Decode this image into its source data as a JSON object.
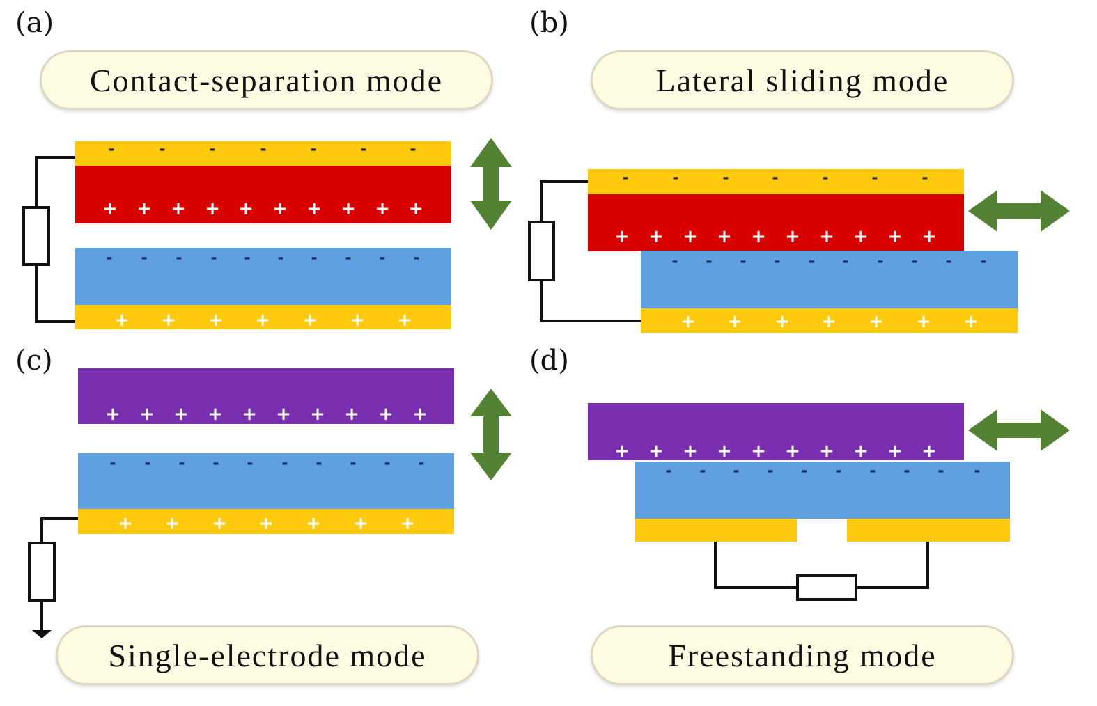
{
  "panels": [
    {
      "id": "a",
      "label": "(a)",
      "title": "Contact-separation mode"
    },
    {
      "id": "b",
      "label": "(b)",
      "title": "Lateral sliding mode"
    },
    {
      "id": "c",
      "label": "(c)",
      "title": "Single-electrode mode"
    },
    {
      "id": "d",
      "label": "(d)",
      "title": "Freestanding mode"
    }
  ],
  "colors": {
    "electrode": "#ffc90e",
    "positive_dielectric": "#d90000",
    "negative_dielectric": "#5fa0e0",
    "object": "#7a2eb0",
    "arrow": "#548235",
    "wire": "#111111",
    "pill_fill": "#fdfbe2"
  },
  "symbols": {
    "plus": "+",
    "minus": "-"
  }
}
